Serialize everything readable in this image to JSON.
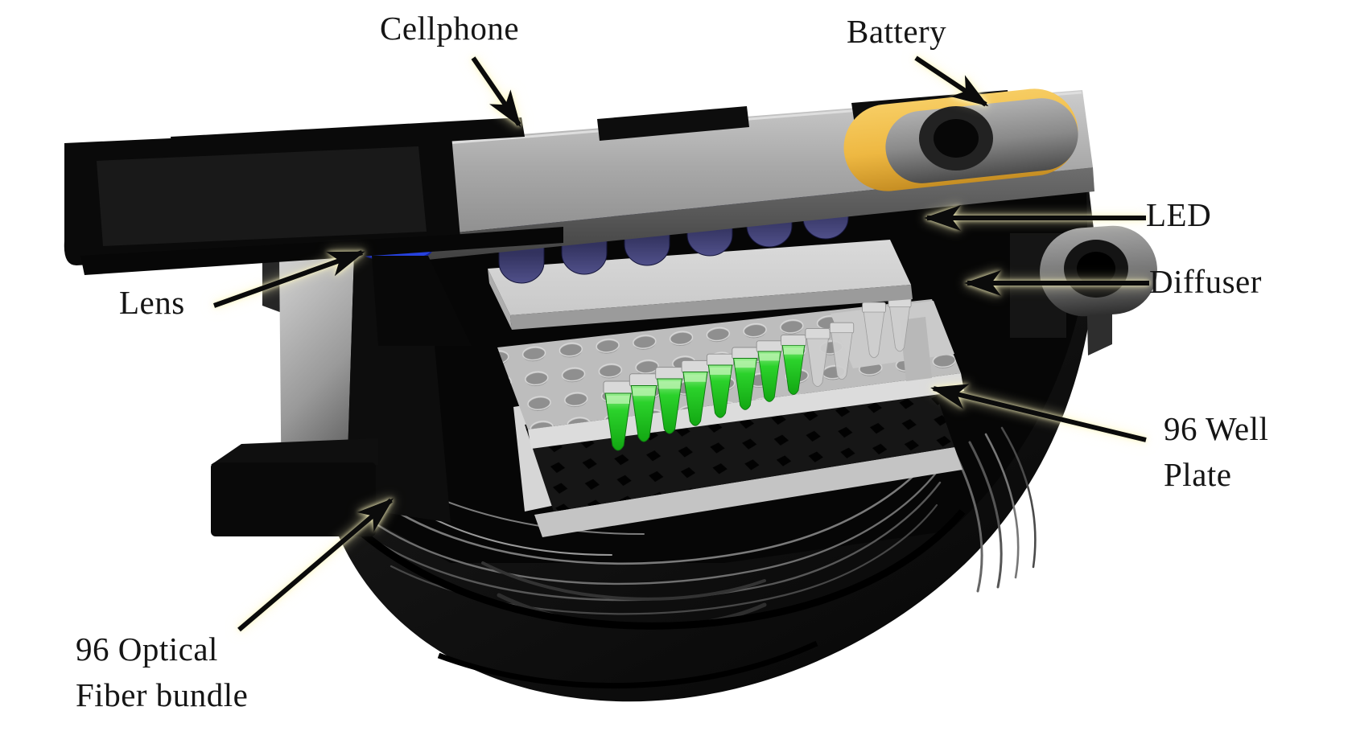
{
  "figure": {
    "labels": {
      "cellphone": "Cellphone",
      "battery": "Battery",
      "led": "LED",
      "diffuser": "Diffuser",
      "well_plate": {
        "line1": "96 Well",
        "line2": "Plate"
      },
      "lens": "Lens",
      "fiber_bundle": {
        "line1": "96 Optical",
        "line2": "Fiber bundle"
      }
    },
    "colors": {
      "background": "#ffffff",
      "label_text": "#151515",
      "arrow": "#0b0b0b",
      "arrow_glow": "#fdf7c0",
      "phone_gray": "#a9a9a9",
      "clamp_black": "#0a0a0a",
      "housing_dark": "#141414",
      "cavity_black": "#060606",
      "led_navy": "#32325e",
      "diffuser_gray": "#c9c9c9",
      "plate_gray": "#bdbdbd",
      "sample_green": "#2bd22b",
      "tube_rack_black": "#161616",
      "battery_yellow": "#eeb842",
      "battery_cylinder_gray": "#8a8a8a",
      "lens_blue": "#2742df",
      "fiber_gray": "#7a7a7a"
    }
  }
}
